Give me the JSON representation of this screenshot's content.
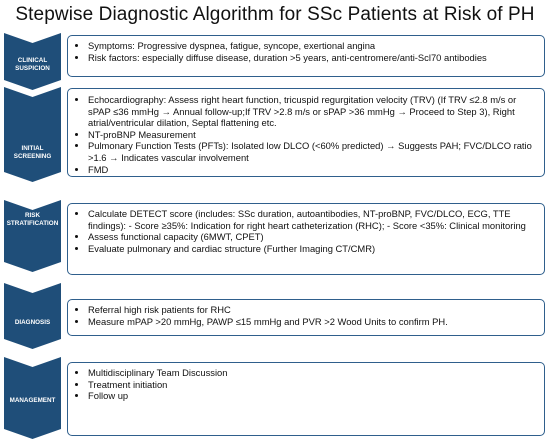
{
  "title": "Stepwise Diagnostic Algorithm for SSc Patients at Risk of PH",
  "colors": {
    "chevron": "#1f4e79",
    "panel_border": "#2f5f8c"
  },
  "steps": [
    {
      "label_lines": [
        "CLINICAL",
        "SUSPICION"
      ],
      "bullets": [
        "Symptoms: Progressive dyspnea, fatigue, syncope, exertional angina",
        "Risk factors: especially diffuse disease, duration >5 years, anti-centromere/anti-Scl70 antibodies"
      ]
    },
    {
      "label_lines": [
        "INITIAL",
        "SCREENING"
      ],
      "bullets": [
        "Echocardiography: Assess right heart function, tricuspid regurgitation velocity (TRV) (If TRV ≤2.8 m/s or sPAP ≤36 mmHg → Annual follow-up;If TRV >2.8 m/s or sPAP >36 mmHg → Proceed to Step 3), Right atrial/ventricular dilation, Septal flattening etc.",
        "NT-proBNP Measurement",
        "Pulmonary Function Tests (PFTs): Isolated low DLCO (<60% predicted) → Suggests PAH; FVC/DLCO ratio >1.6 → Indicates vascular involvement",
        "FMD"
      ]
    },
    {
      "label_lines": [
        "RISK",
        "STRATIFICATION"
      ],
      "bullets": [
        "Calculate DETECT score (includes: SSc duration, autoantibodies, NT-proBNP, FVC/DLCO, ECG, TTE findings): - Score ≥35%: Indication for right heart catheterization (RHC); - Score <35%: Clinical monitoring",
        "Assess functional capacity (6MWT, CPET)",
        "Evaluate pulmonary and cardiac structure (Further Imaging CT/CMR)"
      ]
    },
    {
      "label_lines": [
        "DIAGNOSIS"
      ],
      "bullets": [
        "Referral high risk patients for RHC",
        "Measure mPAP >20 mmHg, PAWP ≤15 mmHg and PVR >2 Wood Units to confirm PH."
      ]
    },
    {
      "label_lines": [
        "MANAGEMENT"
      ],
      "bullets": [
        "Multidisciplinary Team Discussion",
        "Treatment initiation",
        "Follow up"
      ]
    }
  ]
}
